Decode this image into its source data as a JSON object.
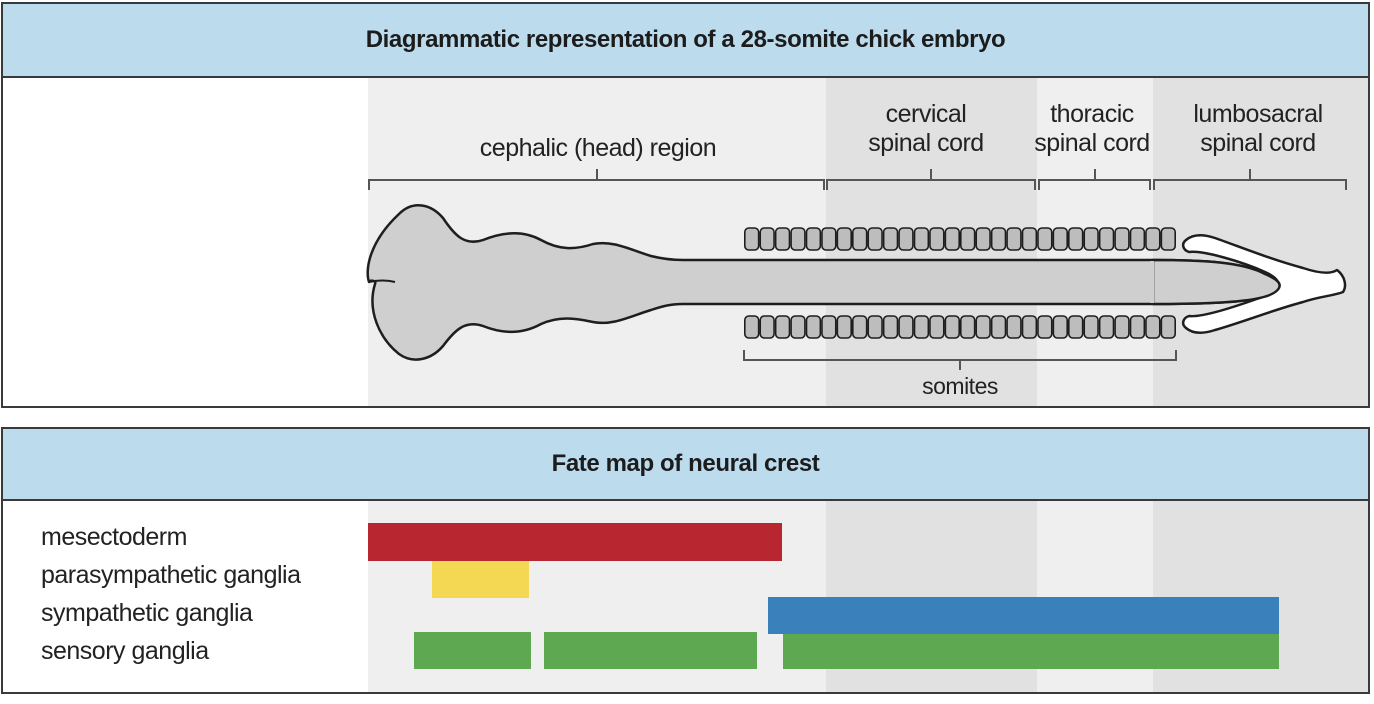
{
  "top_panel": {
    "title": "Diagrammatic representation of a 28-somite chick embryo",
    "regions": [
      {
        "key": "cephalic",
        "label": "cephalic (head) region"
      },
      {
        "key": "cervical",
        "label_line1": "cervical",
        "label_line2": "spinal cord"
      },
      {
        "key": "thoracic",
        "label_line1": "thoracic",
        "label_line2": "spinal cord"
      },
      {
        "key": "lumbosacral",
        "label_line1": "lumbosacral",
        "label_line2": "spinal cord"
      }
    ],
    "somites_label": "somites",
    "somite_count": 28
  },
  "bottom_panel": {
    "title": "Fate map of neural crest",
    "rows": [
      {
        "label": "mesectoderm",
        "color": "#b8272f"
      },
      {
        "label": "parasympathetic ganglia",
        "color": "#f4d752"
      },
      {
        "label": "sympathetic ganglia",
        "color": "#3a80bb"
      },
      {
        "label": "sensory ganglia",
        "color": "#5da850"
      }
    ]
  },
  "colors": {
    "header_bg": "#bcdcee",
    "band_light": "#efefef",
    "band_dark": "#e1e1e1",
    "embryo_fill": "#cfcfcf",
    "outline": "#1e1e1e"
  }
}
